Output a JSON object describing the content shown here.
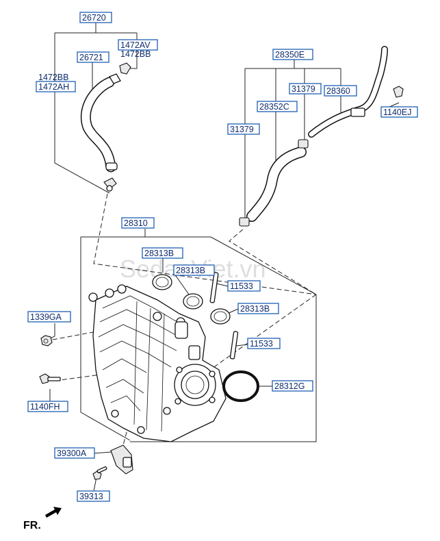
{
  "watermark": "SedanViet.vn",
  "fr_label": "FR.",
  "labels": {
    "p26720": "26720",
    "p26721": "26721",
    "p1472AV": "1472AV",
    "p1472BB_a": "1472BB",
    "p1472BB_b": "1472BB",
    "p1472AH": "1472AH",
    "p28350E": "28350E",
    "p31379_a": "31379",
    "p28360": "28360",
    "p28352C": "28352C",
    "p31379_b": "31379",
    "p1140EJ": "1140EJ",
    "p28310": "28310",
    "p28313B_a": "28313B",
    "p28313B_b": "28313B",
    "p28313B_c": "28313B",
    "p11533_a": "11533",
    "p11533_b": "11533",
    "p1339GA": "1339GA",
    "p1140FH": "1140FH",
    "p28312G": "28312G",
    "p39300A": "39300A",
    "p39313": "39313"
  }
}
